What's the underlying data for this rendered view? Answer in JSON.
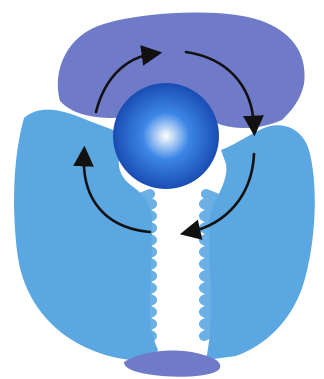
{
  "diagram": {
    "colors": {
      "background": "#ffffff",
      "upper_cap": "#6f7bc8",
      "lower_body": "#5aa7e2",
      "bottom_fragment": "#6f7bc8",
      "sphere_core": "#ffffff",
      "sphere_mid": "#3b86e6",
      "sphere_edge": "#1b4fb5",
      "arrows": "#111111"
    },
    "parts": [
      {
        "id": "upper-cap",
        "shape": "dome"
      },
      {
        "id": "lower-body",
        "shape": "rounded split body"
      },
      {
        "id": "central-sphere",
        "shape": "glowing sphere"
      },
      {
        "id": "bottom-fragment",
        "shape": "small flat fragment"
      }
    ],
    "arrows": {
      "count": 4,
      "direction": "clockwise",
      "style": "curved with arrowheads"
    }
  }
}
